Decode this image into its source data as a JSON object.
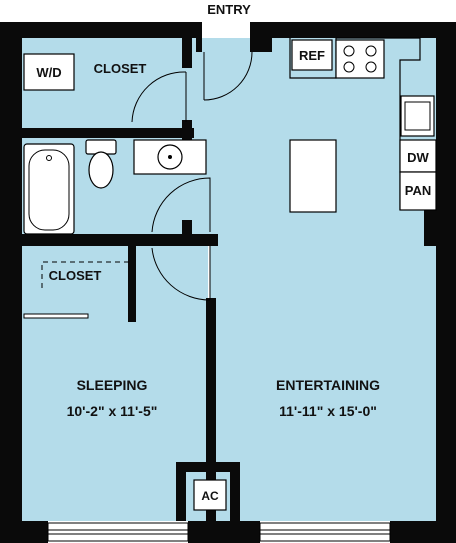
{
  "labels": {
    "entry": "ENTRY",
    "washer_dryer": "W/D",
    "closet_top": "CLOSET",
    "refrigerator": "REF",
    "dishwasher": "DW",
    "pantry": "PAN",
    "closet_bedroom": "CLOSET",
    "air_conditioner": "AC"
  },
  "rooms": {
    "sleeping": {
      "name": "SLEEPING",
      "dimensions": "10'-2\" x 11'-5\""
    },
    "entertaining": {
      "name": "ENTERTAINING",
      "dimensions": "11'-11\" x 15'-0\""
    }
  },
  "colors": {
    "floor": "#b4dcea",
    "wall": "#0a0a0a",
    "fixture": "#ffffff"
  }
}
